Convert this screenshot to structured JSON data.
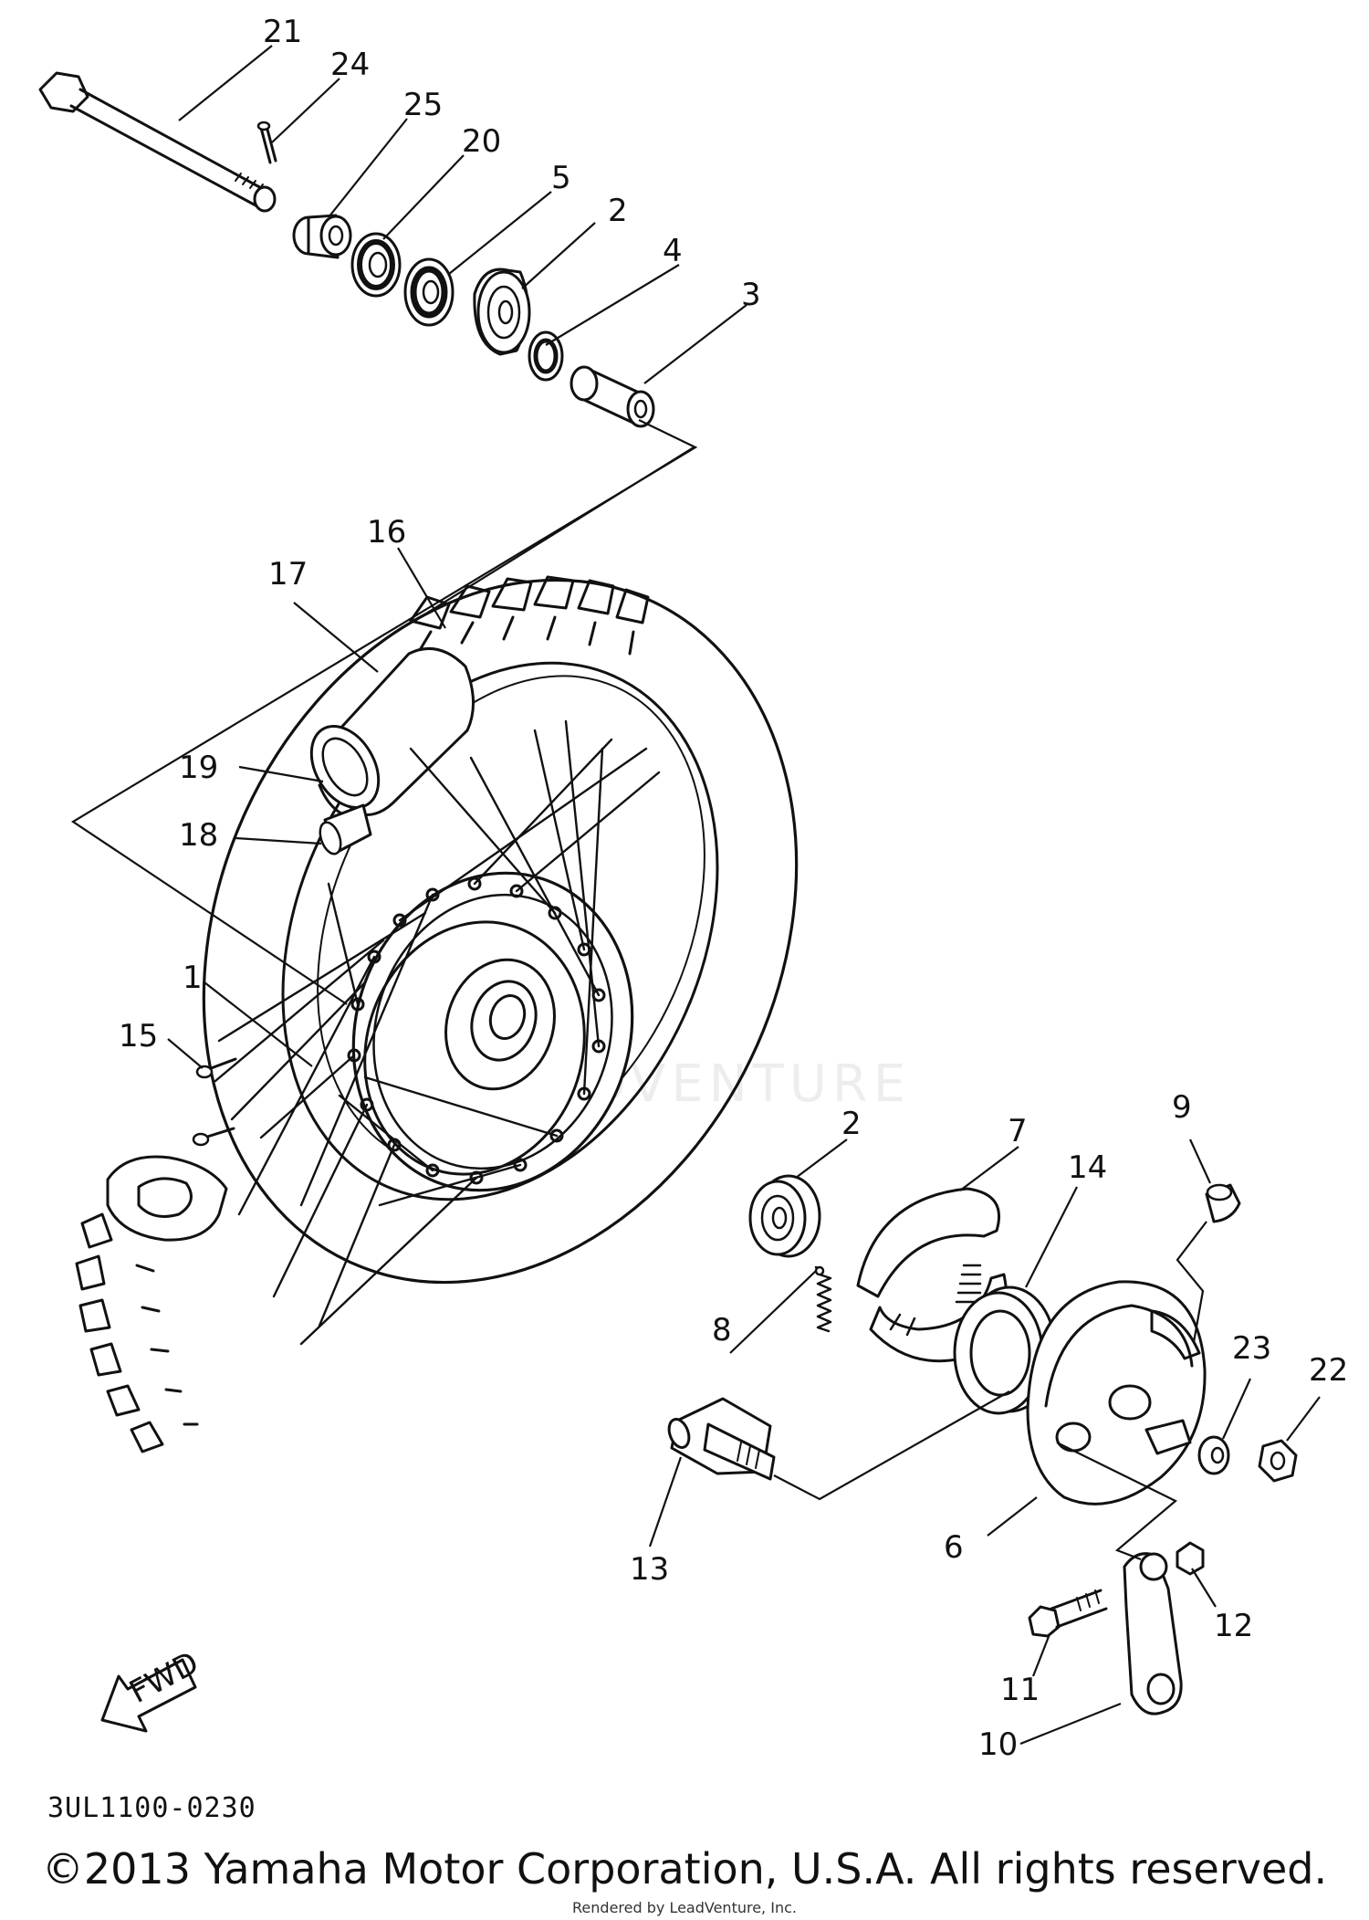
{
  "diagram": {
    "part_numbers": [
      "1",
      "2",
      "3",
      "4",
      "5",
      "6",
      "7",
      "8",
      "9",
      "10",
      "11",
      "12",
      "13",
      "14",
      "15",
      "16",
      "17",
      "18",
      "19",
      "20",
      "21",
      "22",
      "23",
      "24",
      "25"
    ],
    "callouts": {
      "n1": "1",
      "n2a": "2",
      "n2b": "2",
      "n3": "3",
      "n4": "4",
      "n5": "5",
      "n6": "6",
      "n7": "7",
      "n8": "8",
      "n9": "9",
      "n10": "10",
      "n11": "11",
      "n12": "12",
      "n13": "13",
      "n14": "14",
      "n15": "15",
      "n16": "16",
      "n17": "17",
      "n18": "18",
      "n19": "19",
      "n20": "20",
      "n21": "21",
      "n22": "22",
      "n23": "23",
      "n24": "24",
      "n25": "25"
    },
    "fwd_label": "FWD",
    "diagram_code": "3UL1100-0230",
    "watermark": "LEADVENTURE"
  },
  "footer": {
    "copyright": "©2013 Yamaha Motor Corporation, U.S.A. All rights reserved.",
    "render_credit": "Rendered by LeadVenture, Inc."
  }
}
